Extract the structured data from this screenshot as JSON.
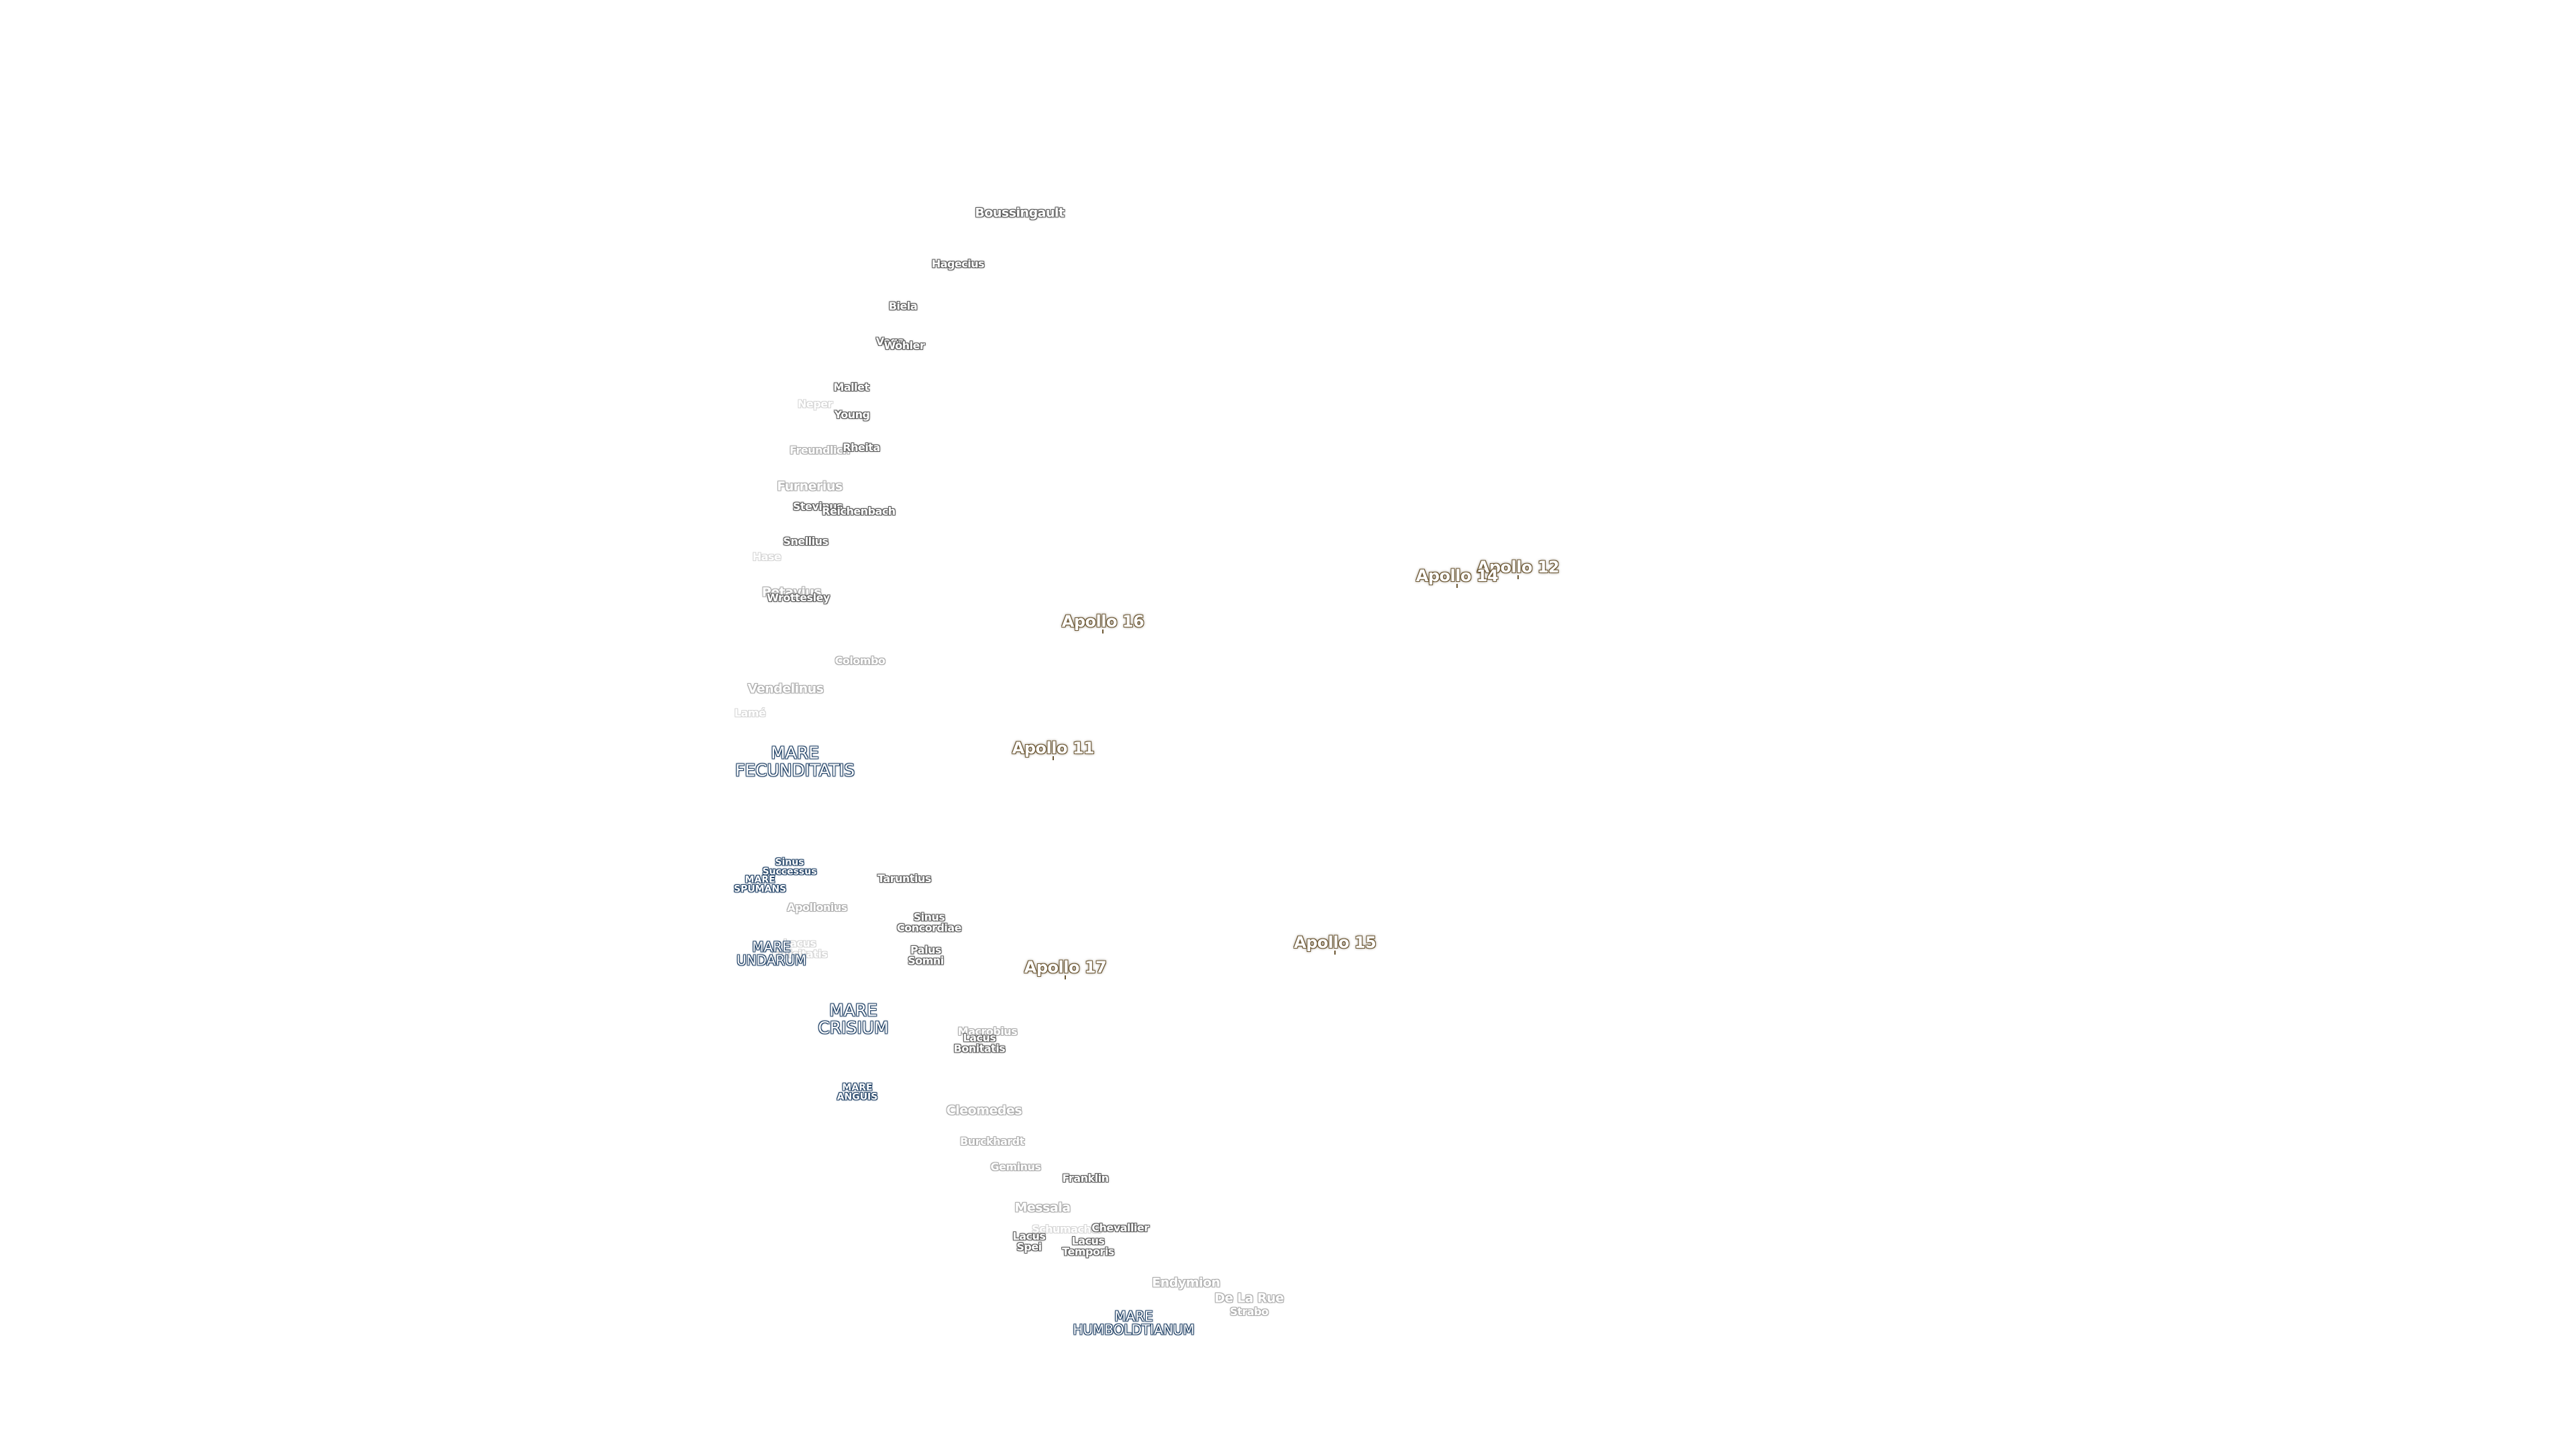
{
  "craters": [
    {
      "name": "Boussingault"
    },
    {
      "name": "Hagecius"
    },
    {
      "name": "Biela"
    },
    {
      "name": "Vega"
    },
    {
      "name": "Wöhler"
    },
    {
      "name": "Mallet"
    },
    {
      "name": "Young"
    },
    {
      "name": "Neper"
    },
    {
      "name": "Freundlich"
    },
    {
      "name": "Rheita"
    },
    {
      "name": "Furnerius"
    },
    {
      "name": "Stevinus"
    },
    {
      "name": "Reichenbach"
    },
    {
      "name": "Snellius"
    },
    {
      "name": "Hase"
    },
    {
      "name": "Petavius"
    },
    {
      "name": "Wrottesley"
    },
    {
      "name": "Colombo"
    },
    {
      "name": "Vendelinus"
    },
    {
      "name": "Lamé"
    },
    {
      "name": "Taruntius"
    },
    {
      "name": "Apollonius"
    },
    {
      "name": "Sinus\nConcordiae"
    },
    {
      "name": "Palus\nSomni"
    },
    {
      "name": "Macrobius"
    },
    {
      "name": "Lacus\nBonitatis"
    },
    {
      "name": "Cleomedes"
    },
    {
      "name": "Burckhardt"
    },
    {
      "name": "Geminus"
    },
    {
      "name": "Franklin"
    },
    {
      "name": "Messala"
    },
    {
      "name": "Schumacher"
    },
    {
      "name": "Chevallier"
    },
    {
      "name": "Lacus\nSpei"
    },
    {
      "name": "Lacus\nTemporis"
    },
    {
      "name": "Endymion"
    },
    {
      "name": "De La Rue"
    },
    {
      "name": "Strabo"
    },
    {
      "name": "Lacus\nFelicitatis"
    }
  ],
  "maria": [
    {
      "name": "MARE\nFECUNDITATIS"
    },
    {
      "name": "Sinus\nSuccessus"
    },
    {
      "name": "MARE\nSPUMANS"
    },
    {
      "name": "MARE\nUNDARUM"
    },
    {
      "name": "MARE\nCRISIUM"
    },
    {
      "name": "MARE\nANGUIS"
    },
    {
      "name": "MARE\nHUMBOLDTIANUM"
    }
  ],
  "apollo_sites": [
    {
      "name": "Apollo 12"
    },
    {
      "name": "Apollo 14"
    },
    {
      "name": "Apollo 16"
    },
    {
      "name": "Apollo 11"
    },
    {
      "name": "Apollo 15"
    },
    {
      "name": "Apollo 17"
    }
  ]
}
